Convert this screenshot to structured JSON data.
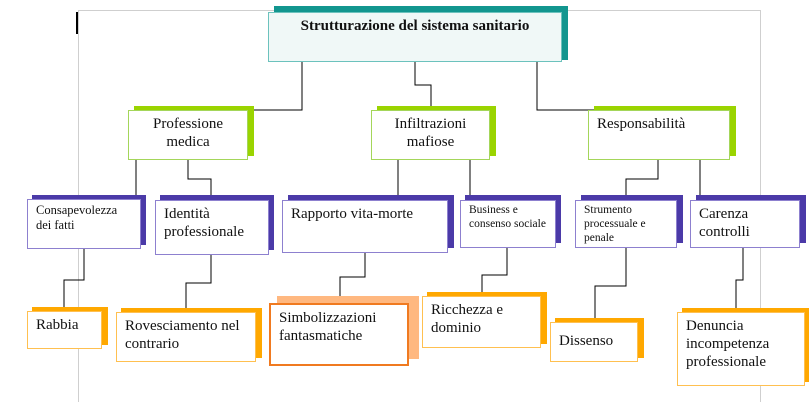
{
  "diagram": {
    "root": "Strutturazione del sistema sanitario",
    "level2": [
      "Professione medica",
      "Infiltrazioni mafiose",
      "Responsabilità"
    ],
    "level3": [
      "Consapevolezza dei fatti",
      "Identità professionale",
      "Rapporto vita-morte",
      "Business e consenso sociale",
      "Strumento processuale e penale",
      "Carenza controlli"
    ],
    "level4": [
      "Rabbia",
      "Rovesciamento nel contrario",
      "Simbolizzazioni fantasmatiche",
      "Ricchezza e dominio",
      "Dissenso",
      "Denuncia incompetenza professionale"
    ]
  },
  "colors": {
    "root_shadow": "#12968f",
    "root_bg": "#f0f8f7",
    "green": "#9ad400",
    "purple": "#4b3aa8",
    "orange": "#ffa800",
    "highlight_border": "#f07a20",
    "highlight_shadow": "#ffb880"
  }
}
